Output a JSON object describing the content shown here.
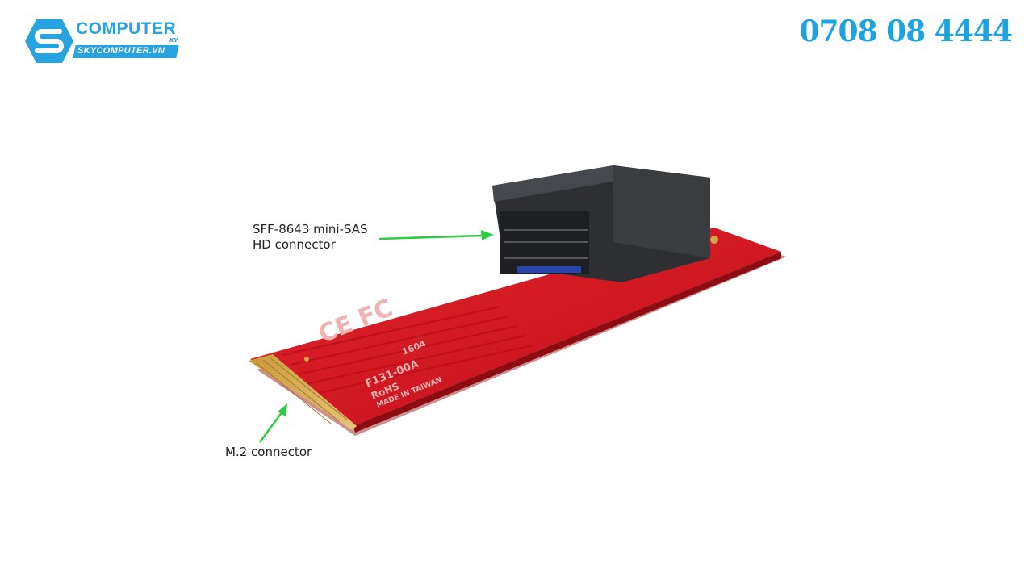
{
  "brand": {
    "logo_title": "COMPUTER",
    "logo_suffix": "KY",
    "logo_url": "SKYCOMPUTER.VN",
    "accent_color": "#27a4df"
  },
  "header": {
    "phone": "0708 08 4444"
  },
  "product": {
    "description": "M.2 to SFF-8643 mini-SAS HD adapter board",
    "board_markings": [
      "F131-00A",
      "RoHS",
      "MADE IN TAIWAN",
      "1604"
    ],
    "board_color": "#d8141e",
    "callouts": [
      {
        "line1": "SFF-8643 mini-SAS",
        "line2": "HD connector"
      },
      {
        "line1": "M.2 connector"
      }
    ],
    "arrow_color": "#2ecc40"
  }
}
